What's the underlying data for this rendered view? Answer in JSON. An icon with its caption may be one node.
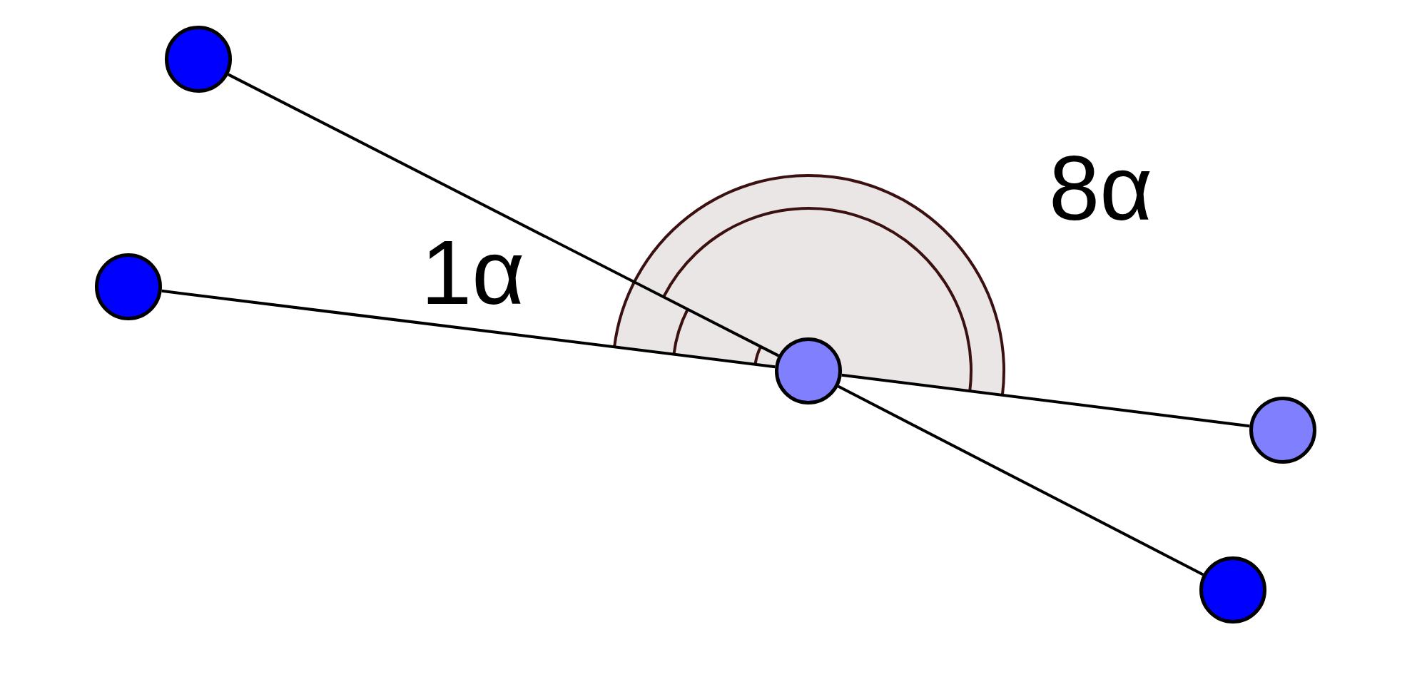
{
  "diagram": {
    "nodes": [
      {
        "text": [],
        "shape": "circle"
      },
      {
        "text": [],
        "shape": "circle"
      },
      {
        "text": [],
        "shape": "circle"
      },
      {
        "text": [],
        "shape": "circle"
      },
      {
        "text": [],
        "shape": "circle"
      }
    ],
    "edges": [
      {
        "from": 1,
        "to": 2,
        "arrow": "none"
      },
      {
        "from": 2,
        "to": 3,
        "arrow": "none"
      },
      {
        "from": 0,
        "to": 2,
        "arrow": "none"
      },
      {
        "from": 2,
        "to": 4,
        "arrow": "none"
      }
    ],
    "labels": [
      "1α",
      "8α"
    ]
  }
}
